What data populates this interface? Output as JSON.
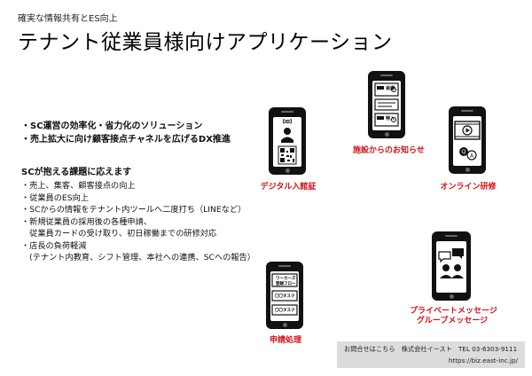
{
  "header": {
    "subtitle": "確実な情報共有とES向上",
    "title": "テナント従業員様向けアプリケーション"
  },
  "main_points": [
    "・SC運営の効率化・省力化のソリューション",
    "・売上拡大に向け顧客接点チャネルを広げるDX推進"
  ],
  "issues": {
    "heading": "SCが抱える課題に応えます",
    "items": [
      "・売上、集客、顧客接点の向上",
      "・従業員のES向上",
      "・SCからの情報をテナント内ツールへ二度打ち（LINEなど）",
      "・新規従業員の採用後の各種申請、",
      "　従業員カードの受け取り、初日稼働までの研修対応",
      "・店長の負荷軽減",
      "　(テナント内教育、シフト管理、本社への連携、SCへの報告）"
    ]
  },
  "features": {
    "digital_pass": {
      "caption": "デジタル入館証",
      "screen_label": "【ID】"
    },
    "notices": {
      "caption": "施設からのお知らせ",
      "item1": "会議",
      "item2": "特入"
    },
    "online_training": {
      "caption": "オンライン研修"
    },
    "messages": {
      "caption_line1": "プライベートメッセージ",
      "caption_line2": "グループメッセージ"
    },
    "applications": {
      "caption": "申請処理",
      "item1": "ワーカーズ",
      "item1b": "登録フロー",
      "item2": "〇〇タスク",
      "item3": "〇〇タスク"
    }
  },
  "footer": {
    "contact": "お問合せはこちら　株式会社イースト　TEL 03-6303-9111",
    "url": "https://biz.east-inc.jp/"
  },
  "colors": {
    "accent": "#d0141a",
    "phone": "#111111",
    "footer_bg": "#dcdcdc"
  }
}
